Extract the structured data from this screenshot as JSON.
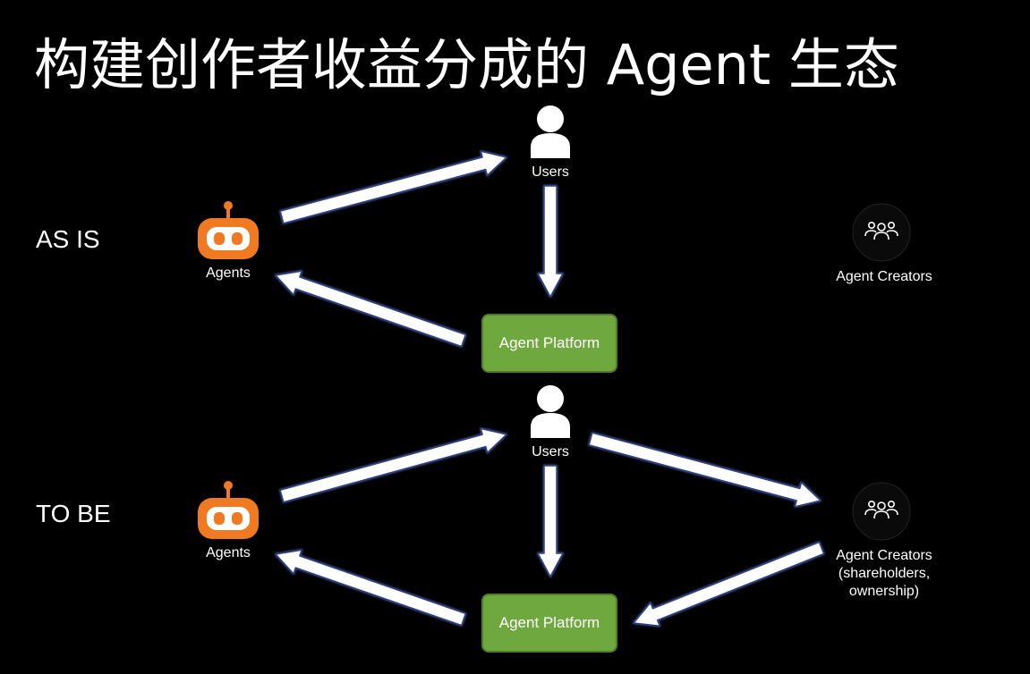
{
  "title": "构建创作者收益分成的 Agent 生态",
  "rows": {
    "as_is": "AS IS",
    "to_be": "TO BE"
  },
  "as_is": {
    "users": "Users",
    "agents": "Agents",
    "platform": "Agent Platform",
    "creators": "Agent Creators"
  },
  "to_be": {
    "users": "Users",
    "agents": "Agents",
    "platform": "Agent Platform",
    "creators_line1": "Agent Creators",
    "creators_line2": "(shareholders,",
    "creators_line3": "ownership)"
  },
  "icons": {
    "user": "user-icon",
    "robot": "robot-icon",
    "creators": "group-icon"
  },
  "colors": {
    "background": "#000000",
    "robot": "#f07a22",
    "platform": "#6fa83f",
    "arrow_fill": "#ffffff",
    "arrow_stroke": "#2b3f8c"
  }
}
